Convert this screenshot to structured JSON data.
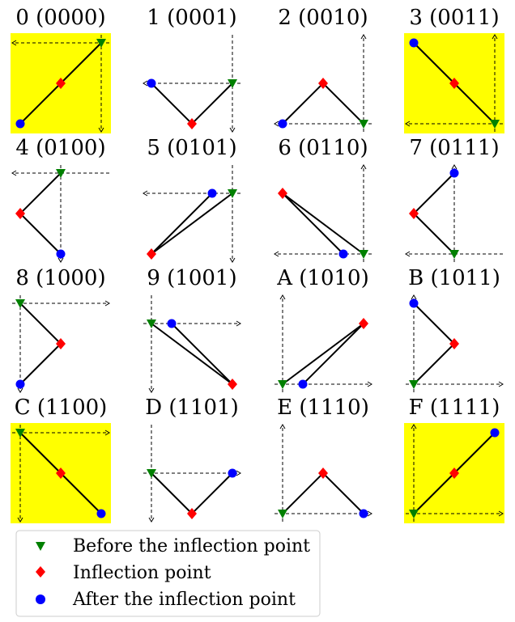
{
  "figure": {
    "cells": [
      {
        "title": "0 (0000)",
        "highlight": true,
        "before": [
          1,
          1
        ],
        "inflection": [
          0.5,
          0.5
        ],
        "after": [
          0,
          0
        ],
        "axes": {
          "hy": 1,
          "hdir": "left",
          "vx": 1,
          "vdir": "down"
        }
      },
      {
        "title": "1 (0001)",
        "highlight": false,
        "before": [
          1,
          0.5
        ],
        "inflection": [
          0.5,
          0
        ],
        "after": [
          0,
          0.5
        ],
        "axes": {
          "hy": 0.5,
          "hdir": "left",
          "vx": 1,
          "vdir": "down"
        }
      },
      {
        "title": "2 (0010)",
        "highlight": false,
        "before": [
          1,
          0
        ],
        "inflection": [
          0.5,
          0.5
        ],
        "after": [
          0,
          0
        ],
        "axes": {
          "hy": 0,
          "hdir": "left",
          "vx": 1,
          "vdir": "up"
        }
      },
      {
        "title": "3 (0011)",
        "highlight": true,
        "before": [
          1,
          0
        ],
        "inflection": [
          0.5,
          0.5
        ],
        "after": [
          0,
          1
        ],
        "axes": {
          "hy": 0,
          "hdir": "left",
          "vx": 1,
          "vdir": "up"
        }
      },
      {
        "title": "4 (0100)",
        "highlight": false,
        "before": [
          0.5,
          1
        ],
        "inflection": [
          0,
          0.5
        ],
        "after": [
          0.5,
          0
        ],
        "axes": {
          "hy": 1,
          "hdir": "left",
          "vx": 0.5,
          "vdir": "down"
        }
      },
      {
        "title": "5 (0101)",
        "highlight": false,
        "before": [
          1,
          0.75
        ],
        "inflection": [
          0,
          0
        ],
        "after": [
          0.75,
          0.75
        ],
        "axes": {
          "hy": 0.75,
          "hdir": "left",
          "vx": 1,
          "vdir": "down"
        }
      },
      {
        "title": "6 (0110)",
        "highlight": false,
        "before": [
          1,
          0
        ],
        "inflection": [
          0,
          0.75
        ],
        "after": [
          0.75,
          0
        ],
        "axes": {
          "hy": 0,
          "hdir": "left",
          "vx": 1,
          "vdir": "up"
        }
      },
      {
        "title": "7 (0111)",
        "highlight": false,
        "before": [
          0.5,
          0
        ],
        "inflection": [
          0,
          0.5
        ],
        "after": [
          0.5,
          1
        ],
        "axes": {
          "hy": 0,
          "hdir": "left",
          "vx": 0.5,
          "vdir": "up"
        }
      },
      {
        "title": "8 (1000)",
        "highlight": false,
        "before": [
          0,
          1
        ],
        "inflection": [
          0.5,
          0.5
        ],
        "after": [
          0,
          0
        ],
        "axes": {
          "hy": 1,
          "hdir": "right",
          "vx": 0,
          "vdir": "down"
        }
      },
      {
        "title": "9 (1001)",
        "highlight": false,
        "before": [
          0,
          0.75
        ],
        "inflection": [
          1,
          0
        ],
        "after": [
          0.25,
          0.75
        ],
        "axes": {
          "hy": 0.75,
          "hdir": "right",
          "vx": 0,
          "vdir": "down"
        }
      },
      {
        "title": "A (1010)",
        "highlight": false,
        "before": [
          0,
          0
        ],
        "inflection": [
          1,
          0.75
        ],
        "after": [
          0.25,
          0
        ],
        "axes": {
          "hy": 0,
          "hdir": "right",
          "vx": 0,
          "vdir": "up"
        }
      },
      {
        "title": "B (1011)",
        "highlight": false,
        "before": [
          0,
          0
        ],
        "inflection": [
          0.5,
          0.5
        ],
        "after": [
          0,
          1
        ],
        "axes": {
          "hy": 0,
          "hdir": "right",
          "vx": 0,
          "vdir": "up"
        }
      },
      {
        "title": "C (1100)",
        "highlight": true,
        "before": [
          0,
          1
        ],
        "inflection": [
          0.5,
          0.5
        ],
        "after": [
          1,
          0
        ],
        "axes": {
          "hy": 1,
          "hdir": "right",
          "vx": 0,
          "vdir": "down"
        }
      },
      {
        "title": "D (1101)",
        "highlight": false,
        "before": [
          0,
          0.5
        ],
        "inflection": [
          0.5,
          0
        ],
        "after": [
          1,
          0.5
        ],
        "axes": {
          "hy": 0.5,
          "hdir": "right",
          "vx": 0,
          "vdir": "down"
        }
      },
      {
        "title": "E (1110)",
        "highlight": false,
        "before": [
          0,
          0
        ],
        "inflection": [
          0.5,
          0.5
        ],
        "after": [
          1,
          0
        ],
        "axes": {
          "hy": 0,
          "hdir": "right",
          "vx": 0,
          "vdir": "up"
        }
      },
      {
        "title": "F (1111)",
        "highlight": true,
        "before": [
          0,
          0
        ],
        "inflection": [
          0.5,
          0.5
        ],
        "after": [
          1,
          1
        ],
        "axes": {
          "hy": 0,
          "hdir": "right",
          "vx": 0,
          "vdir": "up"
        }
      }
    ]
  },
  "legend": {
    "before_label": "Before the inflection point",
    "inflection_label": "Inflection point",
    "after_label": "After the inflection point"
  },
  "colors": {
    "highlight": "#ffff00",
    "before": "#008000",
    "inflection": "#ff0000",
    "after": "#0000ff"
  }
}
